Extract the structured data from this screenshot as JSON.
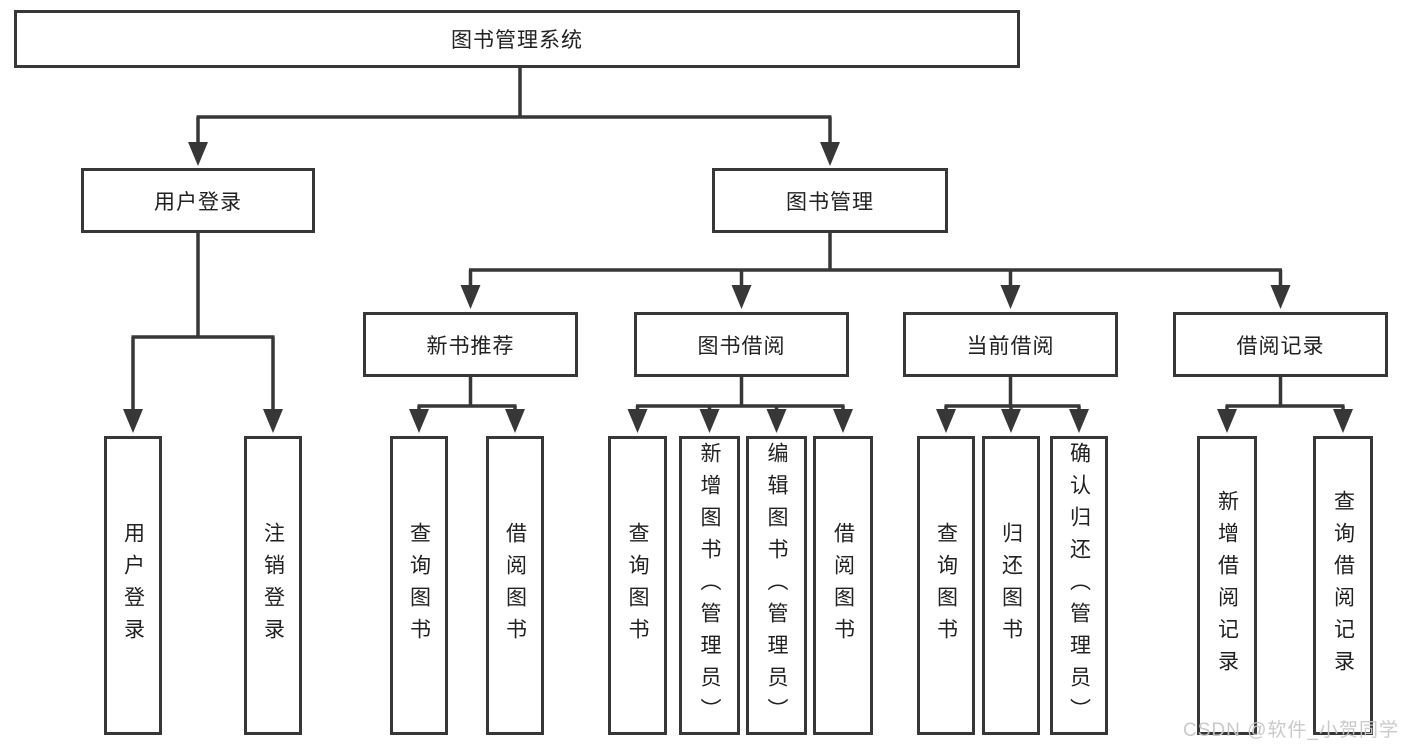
{
  "tree": {
    "root": {
      "label": "图书管理系统"
    },
    "user_login": {
      "label": "用户登录",
      "children": [
        {
          "label": "用户登录"
        },
        {
          "label": "注销登录"
        }
      ]
    },
    "book_mgmt": {
      "label": "图书管理",
      "children": [
        {
          "label": "新书推荐",
          "children": [
            {
              "label": "查询图书"
            },
            {
              "label": "借阅图书"
            }
          ]
        },
        {
          "label": "图书借阅",
          "children": [
            {
              "label": "查询图书"
            },
            {
              "label": "新增图书（管理员）"
            },
            {
              "label": "编辑图书（管理员）"
            },
            {
              "label": "借阅图书"
            }
          ]
        },
        {
          "label": "当前借阅",
          "children": [
            {
              "label": "查询图书"
            },
            {
              "label": "归还图书"
            },
            {
              "label": "确认归还（管理员）"
            }
          ]
        },
        {
          "label": "借阅记录",
          "children": [
            {
              "label": "新增借阅记录"
            },
            {
              "label": "查询借阅记录"
            }
          ]
        }
      ]
    },
    "watermark": "CSDN @软件_小贺同学"
  },
  "colors": {
    "line": "#373737",
    "text": "#212121",
    "watermark": "#c9c7c7",
    "background": "#ffffff"
  }
}
